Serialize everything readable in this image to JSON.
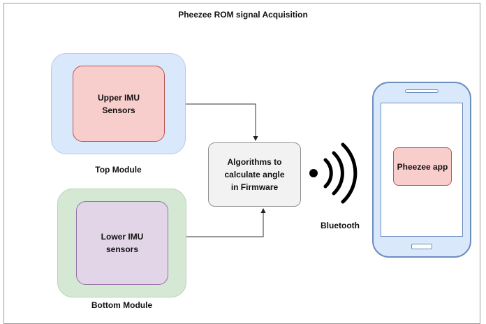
{
  "title": "Pheezee ROM signal Acquisition",
  "top_module": {
    "inner_label": "Upper IMU\nSensors",
    "caption": "Top Module",
    "outer_fill": "#dae8fc",
    "inner_fill": "#f8cecc"
  },
  "bottom_module": {
    "inner_label": "Lower IMU\nsensors",
    "caption": "Bottom Module",
    "outer_fill": "#d5e8d4",
    "inner_fill": "#e1d5e7"
  },
  "algorithm_box": {
    "label": "Algorithms to\ncalculate angle\nin Firmware"
  },
  "wireless": {
    "icon": "wireless-signal-icon",
    "label": "Bluetooth"
  },
  "phone": {
    "icon": "smartphone-icon",
    "app_label": "Pheezee app"
  }
}
